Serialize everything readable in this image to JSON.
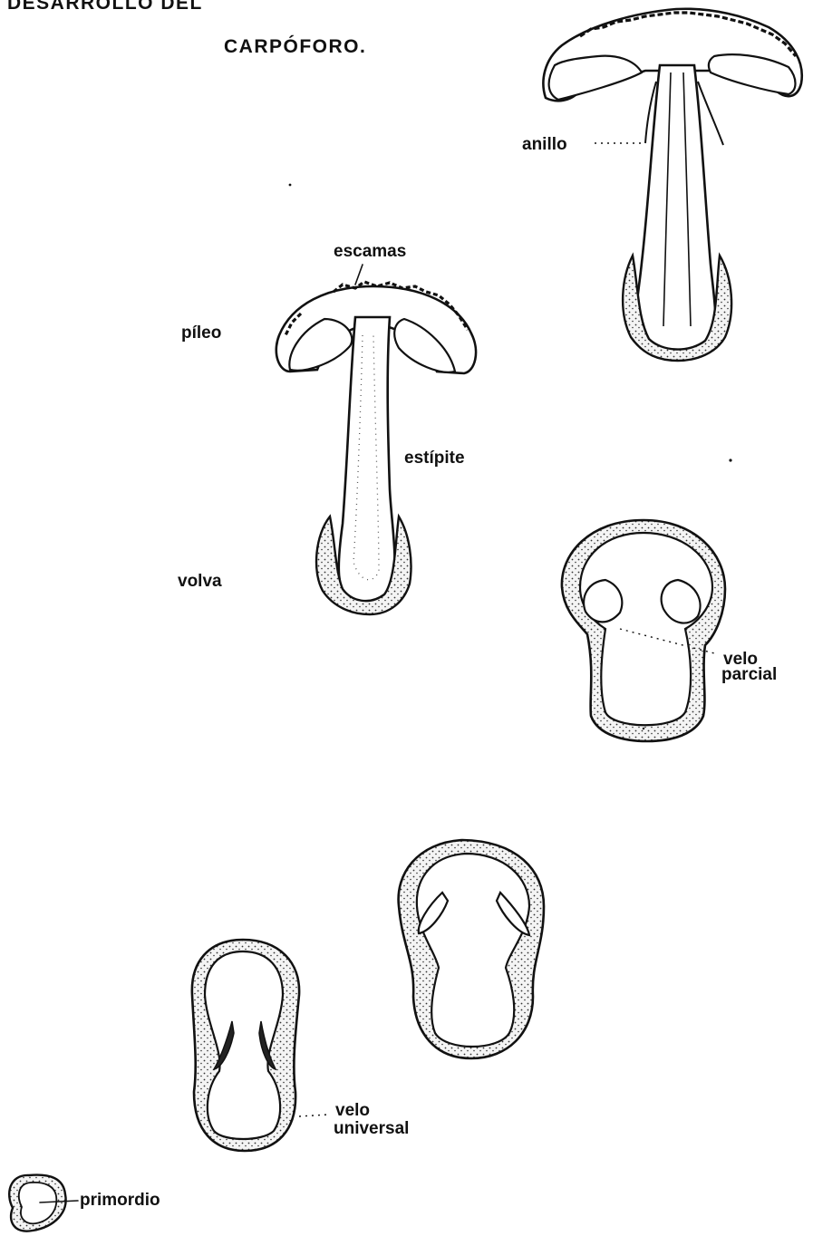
{
  "title": {
    "line1": "DESARROLLO DEL",
    "line2": "CARPÓFORO."
  },
  "labels": {
    "anillo": "anillo",
    "escamas": "escamas",
    "pileo": "píleo",
    "estipite": "estípite",
    "volva": "volva",
    "velo_parcial_1": "velo",
    "velo_parcial_2": "parcial",
    "velo_universal_1": "velo",
    "velo_universal_2": "universal",
    "primordio": "primordio"
  }
}
